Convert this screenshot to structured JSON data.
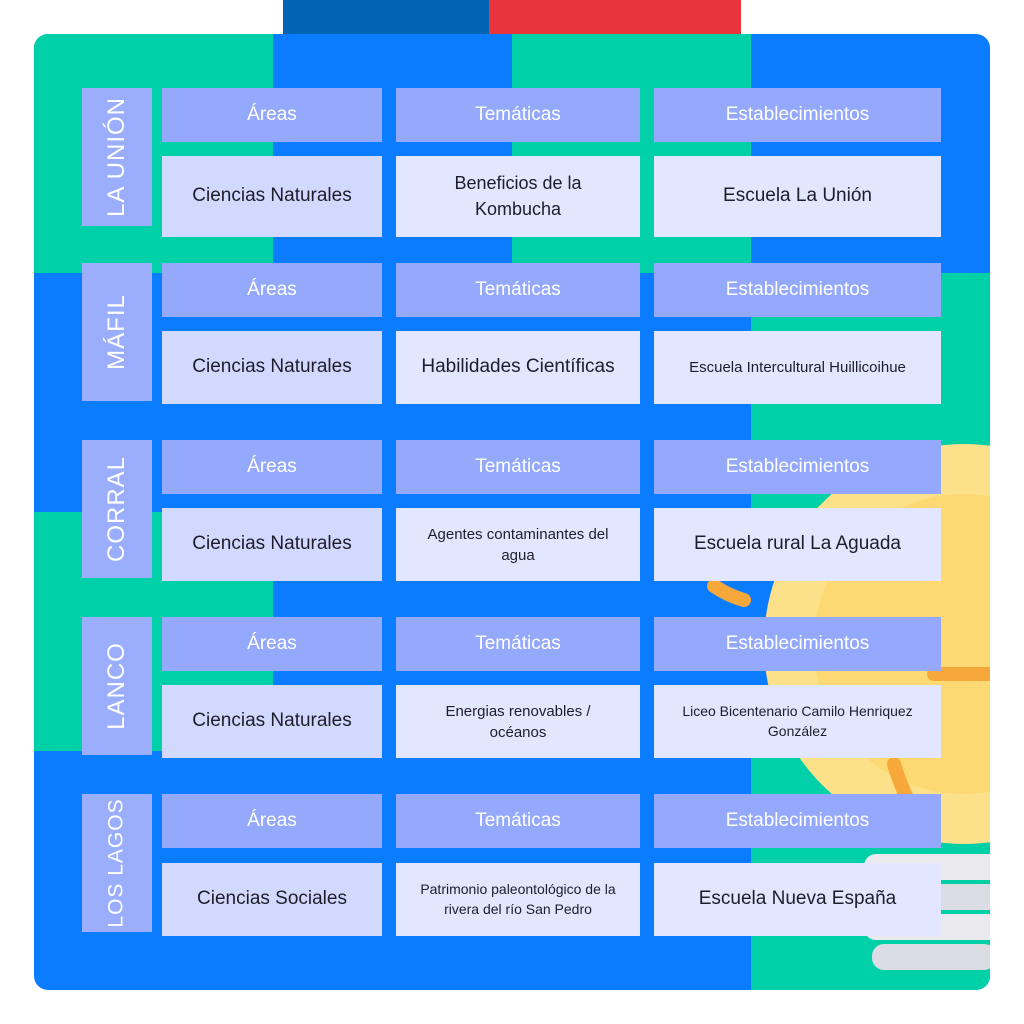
{
  "header_labels": {
    "areas": "Áreas",
    "tematicas": "Temáticas",
    "establecimientos": "Establecimientos"
  },
  "rows": [
    {
      "commune": "LA UNIÓN",
      "area": "Ciencias Naturales",
      "tematica": "Beneficios de la Kombucha",
      "establecimiento": "Escuela La Unión"
    },
    {
      "commune": "MÁFIL",
      "area": "Ciencias Naturales",
      "tematica": "Habilidades Científicas",
      "establecimiento": "Escuela Intercultural Huillicoihue"
    },
    {
      "commune": "CORRAL",
      "area": "Ciencias Naturales",
      "tematica": "Agentes contaminantes del agua",
      "establecimiento": "Escuela rural La Aguada"
    },
    {
      "commune": "LANCO",
      "area": "Ciencias Naturales",
      "tematica": "Energias renovables / océanos",
      "establecimiento": "Liceo Bicentenario Camilo Henriquez González"
    },
    {
      "commune": "LOS LAGOS",
      "area": "Ciencias Sociales",
      "tematica": "Patrimonio paleontológico de la rivera del río San Pedro",
      "establecimiento": "Escuela Nueva España"
    }
  ],
  "colors": {
    "flag_blue": "#0063b4",
    "flag_red": "#e8343c",
    "panel_blue": "#0a7cff",
    "panel_green": "#00d0a8",
    "header_cell": "#95a9fc",
    "content_cell": "#e2e6fe"
  },
  "decoration": {
    "icon": "lightbulb-icon"
  }
}
